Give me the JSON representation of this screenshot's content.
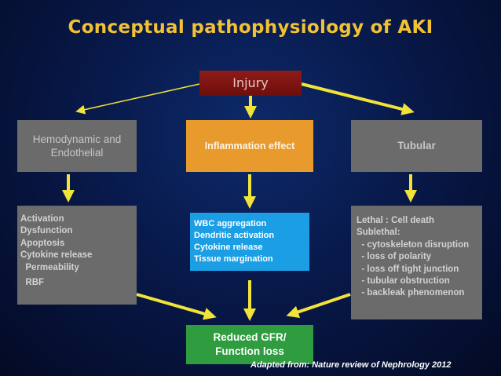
{
  "title": "Conceptual pathophysiology of AKI",
  "injury": "Injury",
  "hemodynamic": {
    "line1": "Hemodynamic and",
    "line2": "Endothelial"
  },
  "inflammation": "Inflammation effect",
  "tubular": "Tubular",
  "hemo_effects": [
    "Activation",
    "Dysfunction",
    "Apoptosis",
    "Cytokine release",
    "  Permeability",
    "  RBF"
  ],
  "inflammation_effects": [
    "WBC aggregation",
    "Dendritic activation",
    "Cytokine release",
    "Tissue margination"
  ],
  "tubular_effects": [
    "Lethal : Cell death",
    "Sublethal:",
    "  - cytoskeleton disruption",
    "  - loss of polarity",
    "  - loss off tight junction",
    "  - tubular obstruction",
    "  - backleak phenomenon"
  ],
  "outcome": {
    "line1": "Reduced GFR/",
    "line2": "Function loss"
  },
  "caption": "Adapted from: Nature review of  Nephrology 2012",
  "colors": {
    "title": "#f2c232",
    "arrow": "#f2e33a",
    "injury": "#8e1b18",
    "inflammation": "#e89a2c",
    "gray_box": "#6b6b6b",
    "blue_box": "#1b9ee4",
    "green_box": "#2f9c3f"
  }
}
